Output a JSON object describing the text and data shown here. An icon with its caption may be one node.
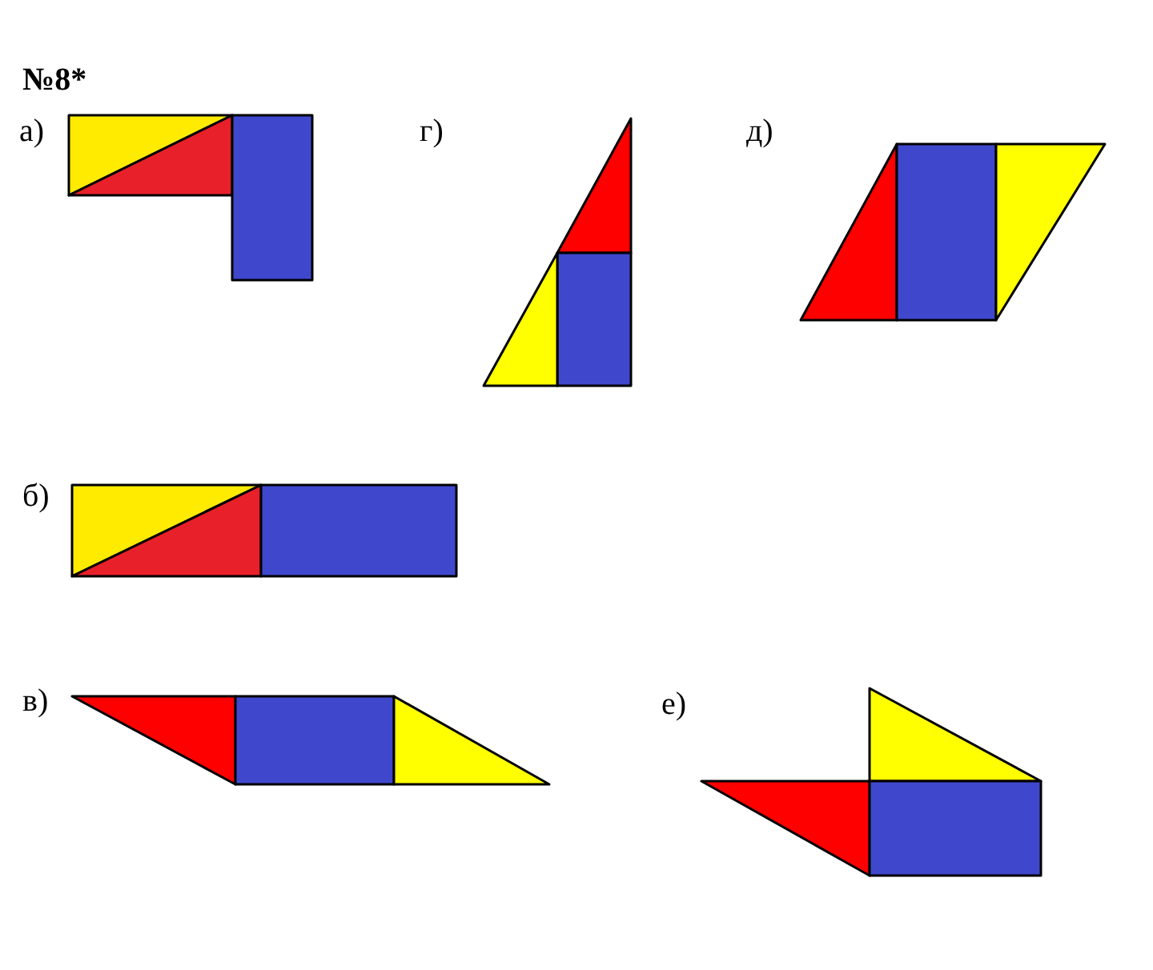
{
  "diagram": {
    "labels": [
      "№8*",
      "а)",
      "г)",
      "д)",
      "б)",
      "в)",
      "е)"
    ]
  }
}
